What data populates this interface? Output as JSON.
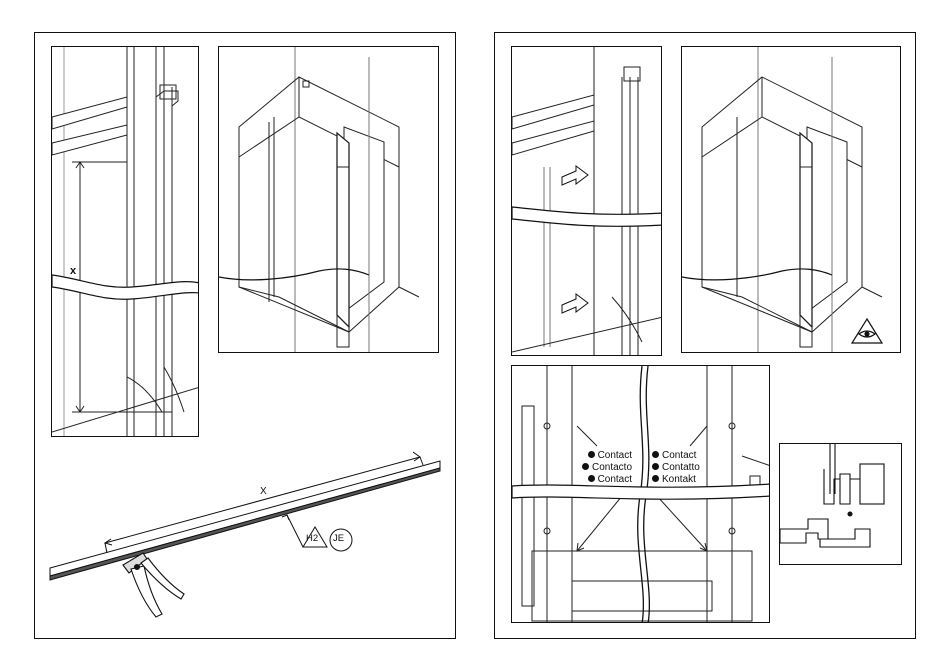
{
  "dimension_label_x": "x",
  "cut_label_x": "X",
  "tags": {
    "h2": "H2",
    "je": "JE"
  },
  "contact_left": [
    "Contact",
    "Contacto",
    "Contact"
  ],
  "contact_right": [
    "Contact",
    "Contatto",
    "Kontakt"
  ],
  "icons": {
    "clamp": "clamp-tool-icon",
    "eye": "eye-warning-icon",
    "arrow": "arrow-right-icon"
  }
}
